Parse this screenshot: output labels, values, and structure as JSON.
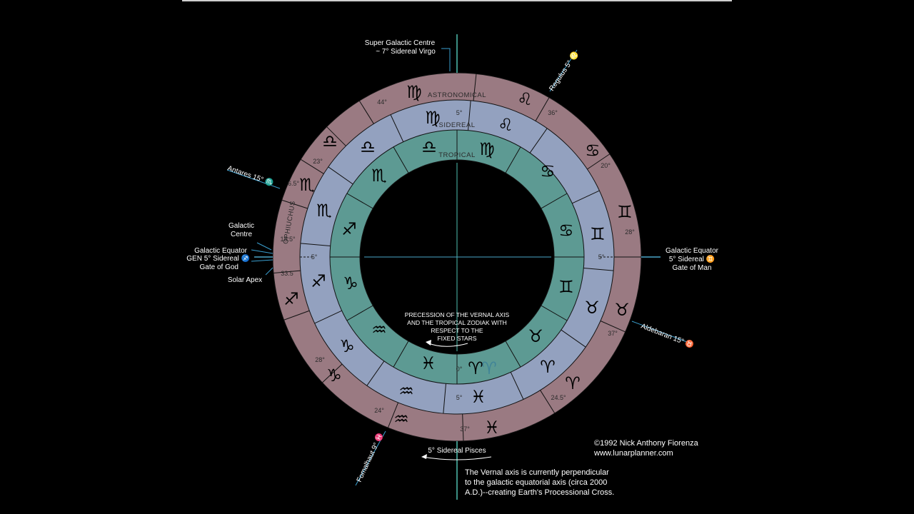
{
  "rings": {
    "astronomical": "ASTRONOMICAL",
    "sidereal": "SIDEREAL",
    "tropical": "TROPICAL",
    "ophiuchus": "OPHIUCHUS"
  },
  "outer_degrees": [
    "44°",
    "36°",
    "20°",
    "28°",
    "37°",
    "24.5°",
    "37°",
    "24°",
    "28°",
    "33.5",
    "18.5°",
    "6.5°",
    "23°"
  ],
  "axis_degrees": {
    "top": "5°",
    "right": "5°",
    "left": "5°",
    "bottom": "5°",
    "zero": "0°"
  },
  "annotations": {
    "super_galactic_1": "Super Galactic Centre",
    "super_galactic_2": "~ 7° Sidereal Virgo",
    "regulus": "Regulus 5° ♌",
    "antares": "Antares 15° ♏",
    "galactic_centre_1": "Galactic",
    "galactic_centre_2": "Centre",
    "galactic_equator_left_1": "Galactic Equator",
    "galactic_equator_left_2": "GEN 5° Sidereal ♐",
    "galactic_equator_left_3": "Gate of God",
    "solar_apex": "Solar Apex",
    "galactic_equator_right_1": "Galactic Equator",
    "galactic_equator_right_2": "5° Sidereal ♊",
    "galactic_equator_right_3": "Gate of Man",
    "aldebaran": "Aldebaran 15° ♉",
    "fomalhaut": "Fomalhaut 9° ♓",
    "sidereal_pisces": "5° Sidereal Pisces",
    "precession_1": "PRECESSION OF THE VERNAL AXIS",
    "precession_2": "AND THE TROPICAL ZODIAK WITH",
    "precession_3": "RESPECT TO THE",
    "precession_4": "FIXED STARS",
    "copyright_1": "©1992 Nick Anthony Fiorenza",
    "copyright_2": "www.lunarplanner.com",
    "note_1": "The Vernal axis is currently perpendicular",
    "note_2": "to the galactic equatorial axis (circa 2000",
    "note_3": "A.D.)--creating Earth's Processional Cross."
  },
  "colors": {
    "astronomical_ring": "#9a7a82",
    "sidereal_ring": "#93a1bf",
    "tropical_ring": "#5d9a93",
    "axis_line": "#4fc0b0",
    "background": "#000000"
  },
  "glyphs": {
    "aries": "♈",
    "taurus": "♉",
    "gemini": "♊",
    "cancer": "♋",
    "leo": "♌",
    "virgo": "♍",
    "libra": "♎",
    "scorpio": "♏",
    "sagittarius": "♐",
    "capricorn": "♑",
    "aquarius": "♒",
    "pisces": "♓"
  }
}
